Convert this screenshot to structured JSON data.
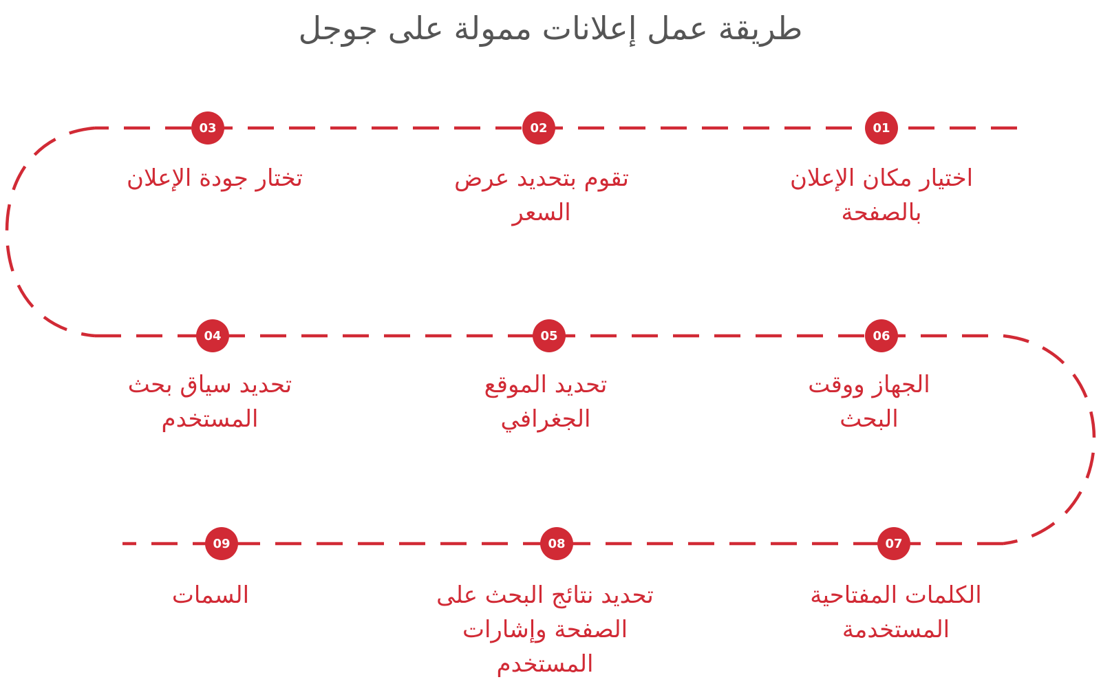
{
  "title": "طريقة عمل إعلانات ممولة على جوجل",
  "colors": {
    "accent": "#d12a35",
    "title": "#555555"
  },
  "steps": [
    {
      "number": "01",
      "label": "اختيار مكان الإعلان\nبالصفحة"
    },
    {
      "number": "02",
      "label": "تقوم بتحديد عرض\nالسعر"
    },
    {
      "number": "03",
      "label": "تختار جودة الإعلان"
    },
    {
      "number": "04",
      "label": "تحديد سياق بحث\nالمستخدم"
    },
    {
      "number": "05",
      "label": "تحديد الموقع\nالجغرافي"
    },
    {
      "number": "06",
      "label": "الجهاز ووقت\nالبحث"
    },
    {
      "number": "07",
      "label": "الكلمات المفتاحية\nالمستخدمة"
    },
    {
      "number": "08",
      "label": "تحديد نتائج البحث على\nالصفحة وإشارات\nالمستخدم"
    },
    {
      "number": "09",
      "label": "السمات"
    }
  ]
}
